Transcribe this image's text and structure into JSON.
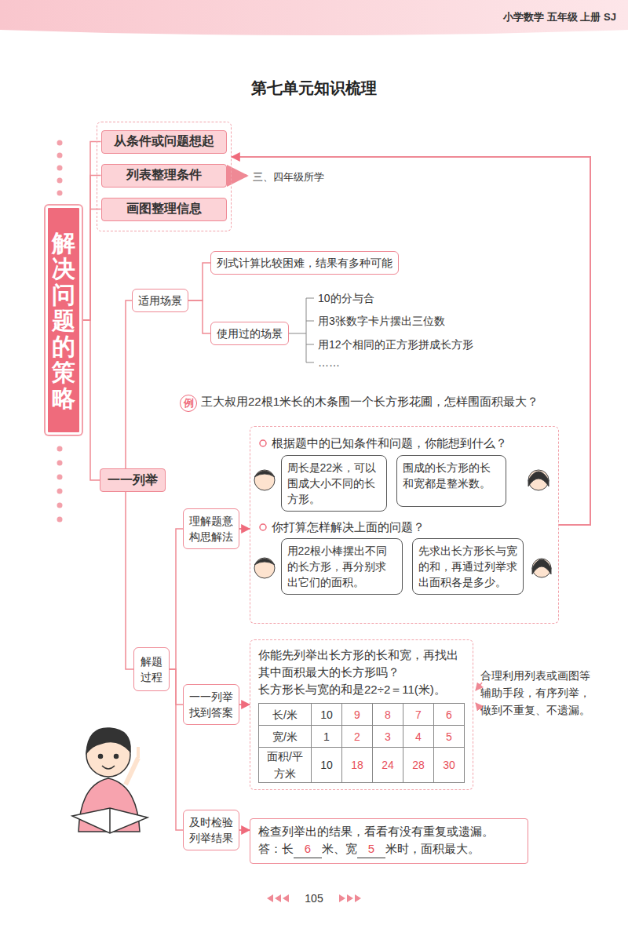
{
  "diagram": {
    "title": "第七单元知识梳理",
    "nodes": [
      {
        "text": [
          "解决问题的策略"
        ]
      },
      {
        "text": []
      },
      {
        "text": [
          "从条件或问题想起"
        ],
        "in": 1
      },
      {
        "text": [
          "列表整理条件"
        ],
        "in": 1
      },
      {
        "text": [
          "画图整理信息"
        ],
        "in": 1
      },
      {
        "text": [
          "适用场景"
        ]
      },
      {
        "text": [
          "列式计算比较困难，结果有多种可能"
        ]
      },
      {
        "text": [
          "使用过的场景"
        ]
      },
      {
        "text": [
          "例"
        ]
      },
      {
        "text": [
          "一一列举"
        ]
      },
      {
        "text": [
          "理解题意构思解法"
        ]
      },
      {
        "text": [
          "根据题中的已知条件和问题，你能想到什么？",
          "你打算怎样解决上面的问题？"
        ]
      },
      {
        "text": [
          "周长是22米，可以围成大小不同的长方形。"
        ],
        "in": 11
      },
      {
        "text": [
          "围成的长方形的长和宽都是整米数。"
        ],
        "in": 11
      },
      {
        "text": [
          "用22根小棒摆出不同的长方形，再分别求出它们的面积。"
        ],
        "in": 11
      },
      {
        "text": [
          "先求出长方形长与宽的和，再通过列举求出面积各是多少。"
        ],
        "in": 11
      },
      {
        "text": [
          "解题过程"
        ]
      },
      {
        "text": [
          "一一列举找到答案"
        ]
      },
      {
        "text": [
          "你能先列举出长方形的长和宽，再找出其中面积最大的长方形吗？",
          "长方形长与宽的和是22÷2＝11(米)。"
        ]
      },
      {
        "text": [
          "及时检验列举结果"
        ]
      },
      {
        "text": [
          "检查列举出的结果，看看有没有重复或遗漏。",
          "答：长",
          "6",
          "米、宽",
          "5",
          "米时，面积最大。"
        ]
      }
    ],
    "edges": [
      {
        "from": 0,
        "to": 2,
        "arrow": "none"
      },
      {
        "from": 0,
        "to": 3,
        "arrow": "none"
      },
      {
        "from": 0,
        "to": 4,
        "arrow": "none"
      },
      {
        "from": 0,
        "to": 9,
        "arrow": "none"
      },
      {
        "from": 9,
        "to": 5,
        "arrow": "none"
      },
      {
        "from": 9,
        "to": 16,
        "arrow": "none"
      },
      {
        "from": 5,
        "to": 6,
        "arrow": "none"
      },
      {
        "from": 5,
        "to": 7,
        "arrow": "none"
      },
      {
        "from": 16,
        "to": 10,
        "arrow": "none"
      },
      {
        "from": 16,
        "to": 17,
        "arrow": "none"
      },
      {
        "from": 16,
        "to": 19,
        "arrow": "none"
      },
      {
        "from": 10,
        "to": 11,
        "arrow": "to"
      },
      {
        "from": 17,
        "to": 18,
        "arrow": "to"
      },
      {
        "from": 19,
        "to": 20,
        "arrow": "to"
      },
      {
        "from": 11,
        "to": 1,
        "arrow": "to"
      }
    ],
    "labels": [
      "小学数学 五年级 上册 SJ",
      "三、四年级所学",
      "10的分与合",
      "用3张数字卡片摆出三位数",
      "用12个相同的正方形拼成长方形",
      "……",
      "王大叔用22根1米长的木条围一个长方形花圃，怎样围面积最大？",
      "长/米",
      "10",
      "9",
      "8",
      "7",
      "6",
      "宽/米",
      "1",
      "2",
      "3",
      "4",
      "5",
      "面积/平方米",
      "10",
      "18",
      "24",
      "28",
      "30",
      "合理利用列表或画图等辅助手段，有序列举，做到不重复、不遗漏。",
      "105"
    ]
  }
}
